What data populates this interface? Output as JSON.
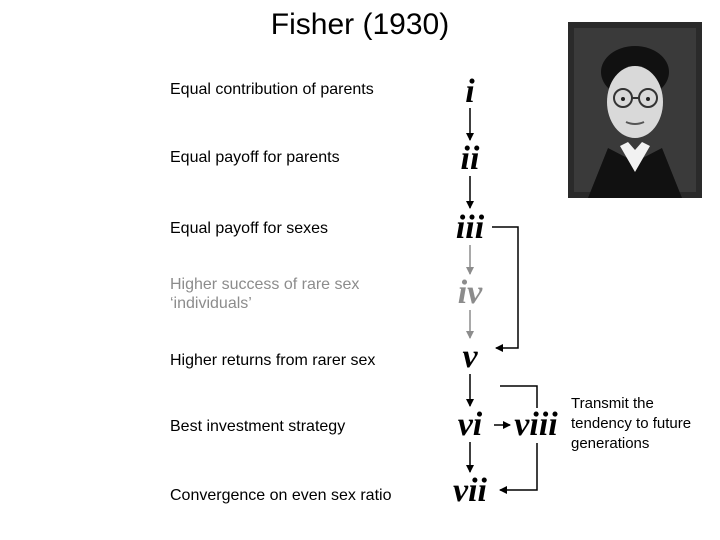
{
  "title": "Fisher (1930)",
  "steps": [
    {
      "label": "Equal contribution of parents",
      "numeral": "i"
    },
    {
      "label": "Equal payoff for parents",
      "numeral": "ii"
    },
    {
      "label": "Equal payoff for sexes",
      "numeral": "iii"
    },
    {
      "label": "Higher success of rare sex ‘individuals’",
      "numeral": "iv"
    },
    {
      "label": "Higher returns from rarer sex",
      "numeral": "v"
    },
    {
      "label": "Best investment strategy",
      "numeral": "vi"
    },
    {
      "label": "Convergence on even sex ratio",
      "numeral": "vii"
    }
  ],
  "side_step": {
    "numeral": "viii",
    "note": "Transmit the tendency to future generations"
  },
  "colors": {
    "active": "#000000",
    "faded": "#8c8c8c",
    "photo_background": "#1a1a1a"
  },
  "photo": "portrait-photo"
}
